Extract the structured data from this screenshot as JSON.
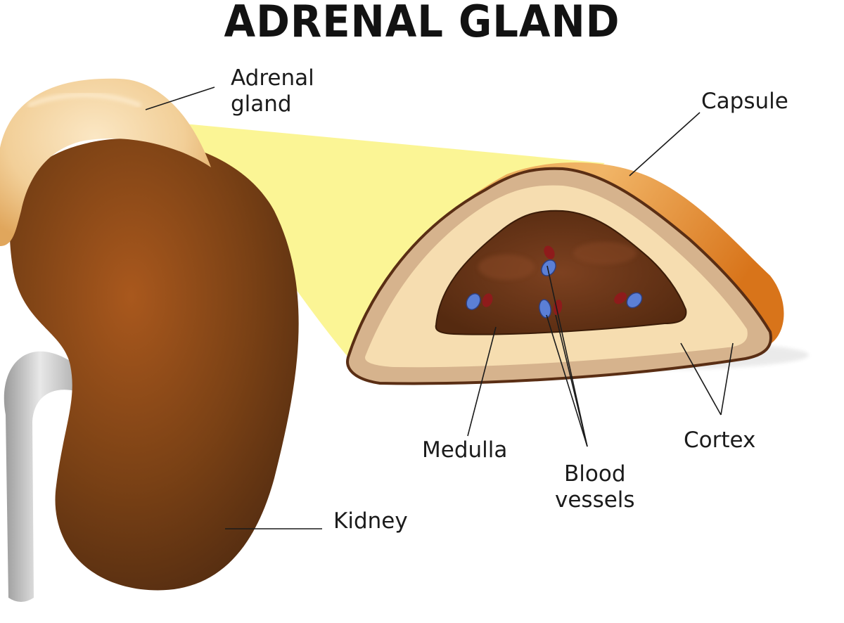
{
  "title": "ADRENAL GLAND",
  "labels": {
    "adrenal_gland": [
      "Adrenal",
      "gland"
    ],
    "capsule": "Capsule",
    "medulla": "Medulla",
    "blood_vessels": [
      "Blood",
      "vessels"
    ],
    "cortex": "Cortex",
    "kidney": "Kidney"
  },
  "colors": {
    "kidney": "#6e3a12",
    "kidney_highlight": "#a0561c",
    "adrenal": "#f3d3a0",
    "capsule": "#e08a2a",
    "capsule_outline": "#5a2e14",
    "cortex_outer": "#d9b892",
    "cortex_inner": "#f7dfb3",
    "medulla": "#6b3516",
    "vessel_blue": "#5b7fd6",
    "vessel_red": "#8e1b1b",
    "ureter": "#cfcfcf",
    "highlight_beam": "#fbf48a"
  }
}
